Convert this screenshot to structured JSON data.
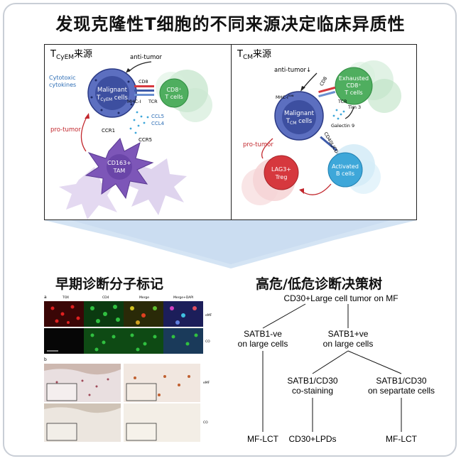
{
  "title": "发现克隆性T细胞的不同来源决定临床异质性",
  "left_panel": {
    "heading_main": "T",
    "heading_sub": "CyEM",
    "heading_suffix": "来源",
    "anti_tumor": "anti-tumor",
    "cytotoxic": "Cytotoxic",
    "cytokines": "cytokines",
    "malignant_main": "Malignant",
    "malignant_T": "T",
    "malignant_sub": "CyEM",
    "malignant_cells": "cells",
    "cd8": "CD8",
    "mhc": "MHC-I",
    "tcr": "TCR",
    "cd8_cell_l1": "CD8⁺",
    "cd8_cell_l2": "T cells",
    "ccl5": "CCL5",
    "ccl4": "CCL4",
    "ccr1": "CCR1",
    "ccr5": "CCR5",
    "pro_tumor": "pro-tumor",
    "tam_l1": "CD163+",
    "tam_l2": "TAM"
  },
  "right_panel": {
    "heading_main": "T",
    "heading_sub": "CM",
    "heading_suffix": "来源",
    "anti_tumor": "anti-tumor↓",
    "exhausted_l1": "Exhausted",
    "exhausted_l2": "CD8⁺",
    "exhausted_l3": "T cells",
    "cd8": "CD8",
    "mhc": "MHC-I",
    "mhc_sup": "low",
    "tcr": "TCR",
    "tim3": "Tim 3",
    "galectin": "Galectin 9",
    "malignant_main": "Malignant",
    "malignant_T": "T",
    "malignant_sub": "CM",
    "malignant_cells": "cells",
    "cd40": "CD40L/CD40",
    "pro_tumor": "pro-tumor",
    "lag3_l1": "LAG3+",
    "lag3_l2": "Treg",
    "bcell_l1": "Activated",
    "bcell_l2": "B cells"
  },
  "markers": {
    "title": "早期诊断分子标记",
    "label_a": "a",
    "label_b": "b",
    "col_tox": "TOX",
    "col_cd4": "CD4",
    "col_merge": "Merge",
    "col_merge_dapi": "Merge+DAPI",
    "row_emf": "eMF",
    "row_co": "CO"
  },
  "tree": {
    "title": "高危/低危诊断决策树",
    "root": "CD30+Large cell tumor on MF",
    "neg_l1": "SATB1-ve",
    "neg_l2": "on large cells",
    "pos_l1": "SATB1+ve",
    "pos_l2": "on large cells",
    "co_l1": "SATB1/CD30",
    "co_l2": "co-staining",
    "sep_l1": "SATB1/CD30",
    "sep_l2": "on separtate cells",
    "leaf_1": "MF-LCT",
    "leaf_2": "CD30+LPDs",
    "leaf_3": "MF-LCT"
  },
  "colors": {
    "malignant": "#3d4fa0",
    "cd8": "#4fae5f",
    "tam": "#7d56b8",
    "lag3": "#d6383e",
    "bcell": "#3ea7d9",
    "funnel": "#d4e4f4",
    "red_text": "#c2272d",
    "blue_text": "#2c6db5"
  }
}
